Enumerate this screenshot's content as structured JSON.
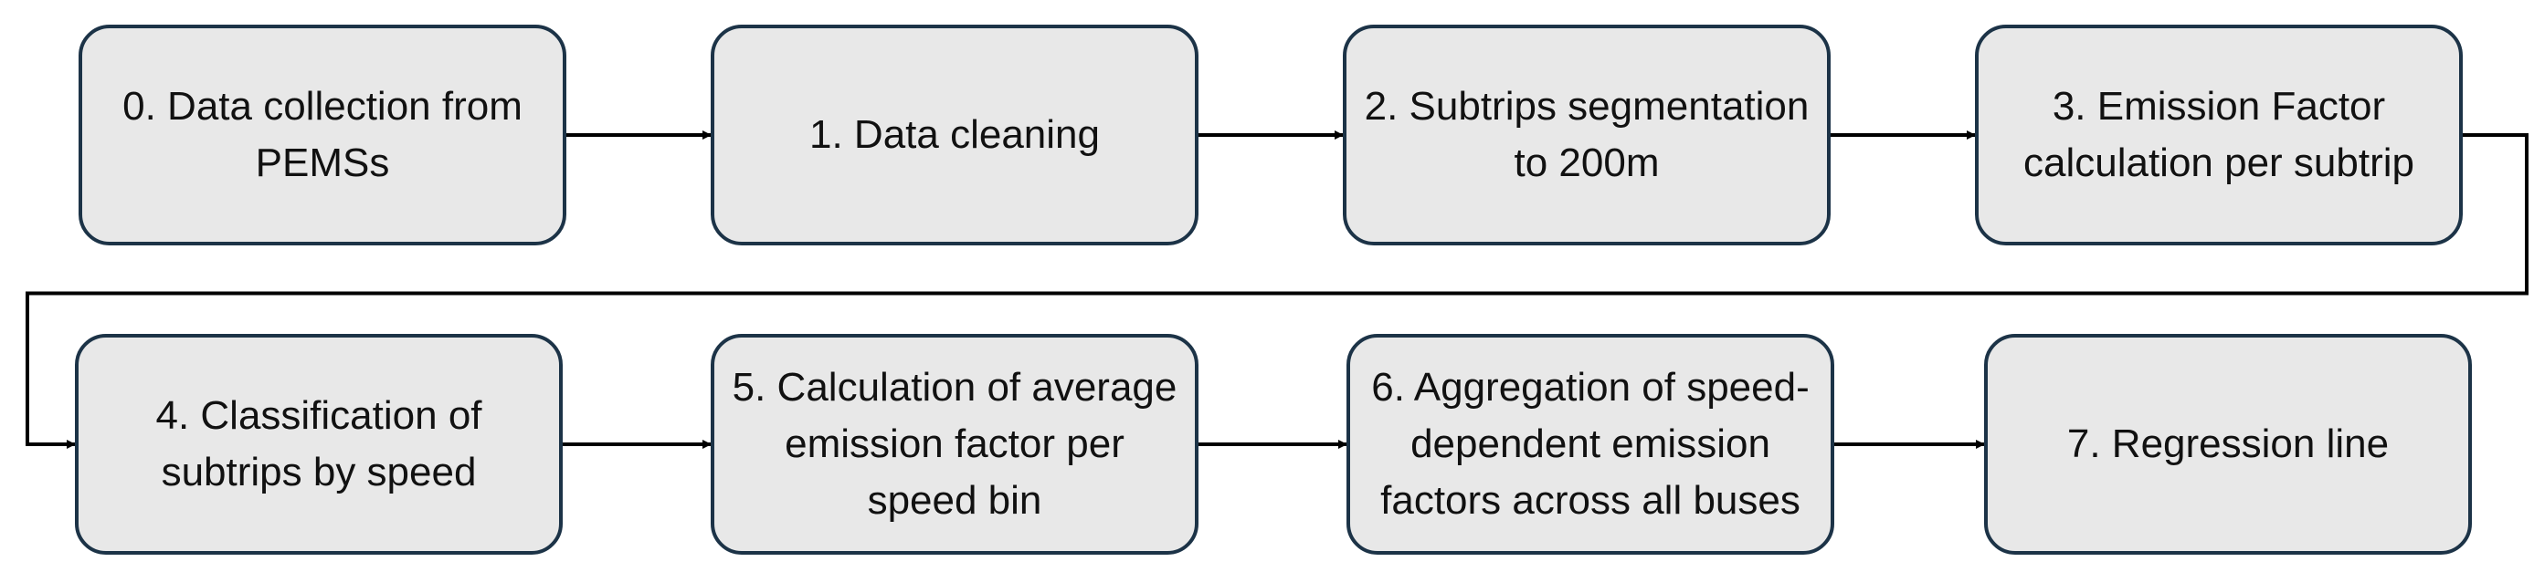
{
  "diagram": {
    "type": "process-flowchart",
    "colors": {
      "box_fill": "#e8e8e8",
      "box_border": "#1c3347",
      "arrow": "#000000",
      "text": "#111111"
    },
    "steps": [
      {
        "label": "0. Data collection from PEMSs"
      },
      {
        "label": "1. Data cleaning"
      },
      {
        "label": "2. Subtrips segmentation to 200m"
      },
      {
        "label": "3. Emission Factor calculation per subtrip"
      },
      {
        "label": "4. Classification of subtrips by speed"
      },
      {
        "label": "5. Calculation of average emission factor per speed bin"
      },
      {
        "label": "6. Aggregation of speed-dependent emission factors across all buses"
      },
      {
        "label": "7. Regression line"
      }
    ],
    "connectors": [
      {
        "from": 0,
        "to": 1
      },
      {
        "from": 1,
        "to": 2
      },
      {
        "from": 2,
        "to": 3
      },
      {
        "from": 3,
        "to": 4
      },
      {
        "from": 4,
        "to": 5
      },
      {
        "from": 5,
        "to": 6
      },
      {
        "from": 6,
        "to": 7
      }
    ]
  }
}
